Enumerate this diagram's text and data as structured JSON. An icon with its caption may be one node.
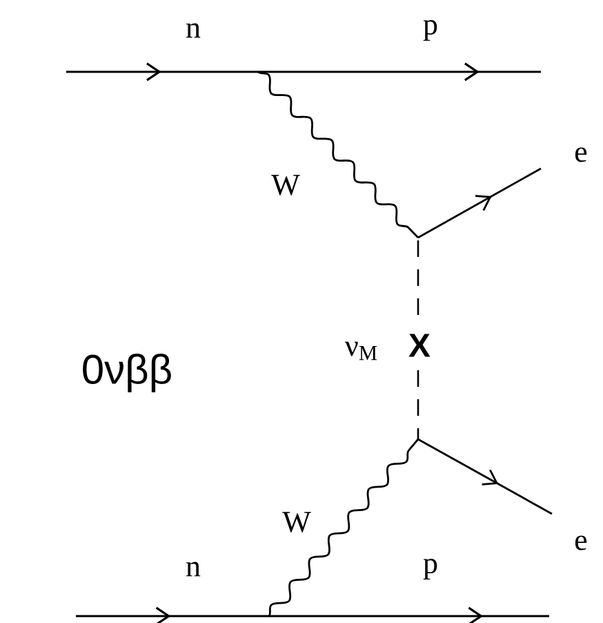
{
  "diagram": {
    "labels": [
      "n",
      "p",
      "W",
      "e",
      "ν$_{M}$",
      "X",
      "0νββ",
      "W",
      "e",
      "n",
      "p"
    ]
  }
}
